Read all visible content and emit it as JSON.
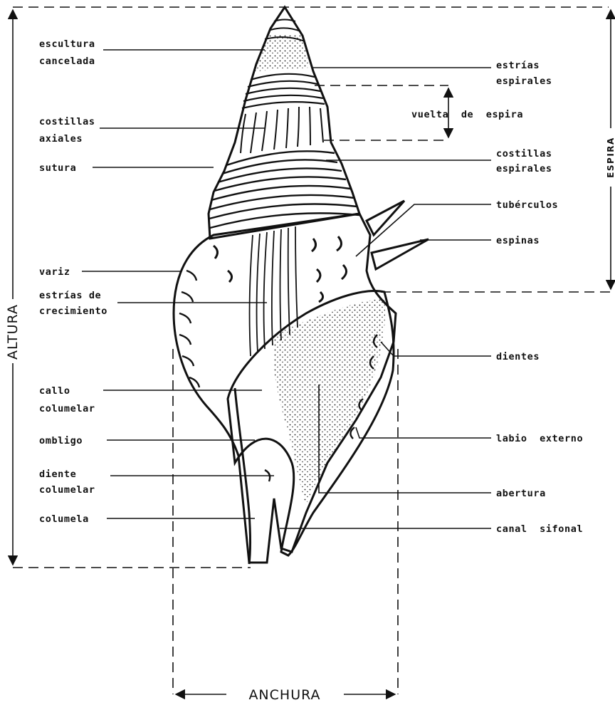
{
  "labels_left": {
    "escultura": "escultura",
    "cancelada": "cancelada",
    "costillas": "costillas",
    "axiales": "axiales",
    "sutura": "sutura",
    "variz": "variz",
    "estrias_de": "estrías de",
    "crecimiento": "crecimiento",
    "callo": "callo",
    "columelar": "columelar",
    "ombligo": "ombligo",
    "diente": "diente",
    "columelar2": "columelar",
    "columela": "columela"
  },
  "labels_right": {
    "estrias": "estrías",
    "espirales": "espirales",
    "vuelta_de_espira": "vuelta  de  espira",
    "costillas": "costillas",
    "espirales2": "espirales",
    "tuberculos": "tubérculos",
    "espinas": "espinas",
    "dientes": "dientes",
    "labio_externo": "labio  externo",
    "abertura": "abertura",
    "canal_sifonal": "canal  sifonal"
  },
  "dimensions": {
    "altura": "ALTURA",
    "espira": "ESPIRA",
    "anchura": "ANCHURA"
  }
}
